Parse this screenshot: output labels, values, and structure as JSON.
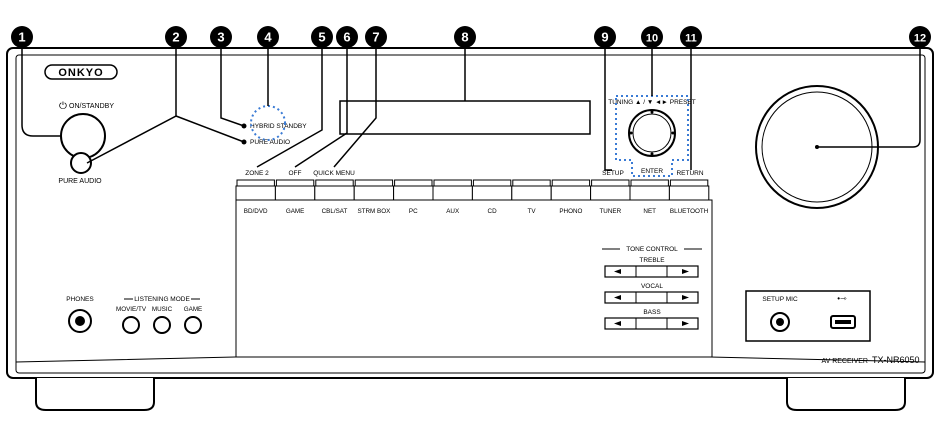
{
  "brand": "ONKYO",
  "model_label": "AV RECEIVER",
  "model_name": "TX-NR6050",
  "callouts": [
    "1",
    "2",
    "3",
    "4",
    "5",
    "6",
    "7",
    "8",
    "9",
    "10",
    "11",
    "12"
  ],
  "labels": {
    "on_standby": "ON/STANDBY",
    "pure_audio": "PURE AUDIO",
    "hybrid_standby": "HYBRID STANDBY",
    "pure_audio_led": "PURE AUDIO",
    "zone2": "ZONE 2",
    "off": "OFF",
    "quick_menu": "QUICK MENU",
    "setup": "SETUP",
    "enter": "ENTER",
    "return": "RETURN",
    "tuning_preset": "TUNING ▲ /  ▼   ◄► PRESET",
    "phones": "PHONES",
    "listening_mode": "LISTENING MODE",
    "tone_control": "TONE CONTROL",
    "treble": "TREBLE",
    "vocal": "VOCAL",
    "bass": "BASS",
    "setup_mic": "SETUP MIC"
  },
  "input_buttons": [
    "BD/DVD",
    "GAME",
    "CBL/SAT",
    "STRM BOX",
    "PC",
    "AUX",
    "CD",
    "TV",
    "PHONO",
    "TUNER",
    "NET",
    "BLUETOOTH"
  ],
  "listening_buttons": [
    "MOVIE/TV",
    "MUSIC",
    "GAME"
  ],
  "colors": {
    "ink": "#000000",
    "panel": "#ffffff",
    "callout_accent": "#3a7bd5"
  }
}
